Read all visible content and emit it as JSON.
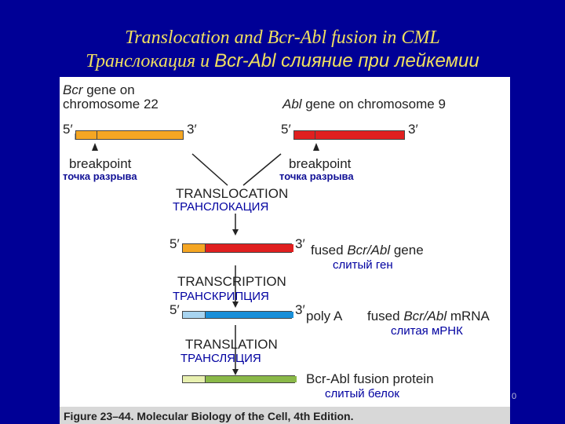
{
  "title_en": "Translocation and Bcr-Abl fusion in CML",
  "title_ru_part1": "Транслокация и ",
  "title_ru_part2": "Bcr-Abl слияние при лейкемии",
  "diagram": {
    "bcr_gene_line1_italic": "Bcr",
    "bcr_gene_line1_rest": " gene on",
    "bcr_gene_line2": "chromosome 22",
    "abl_gene_italic": "Abl",
    "abl_gene_rest": " gene on chromosome 9",
    "five_prime": "5′",
    "three_prime": "3′",
    "breakpoint": "breakpoint",
    "breakpoint_ru": "точка разрыва",
    "translocation": "TRANSLOCATION",
    "translocation_ru": "ТРАНСЛОКАЦИЯ",
    "fused_gene_prefix": "fused ",
    "fused_gene_italic": "Bcr/Abl",
    "fused_gene_suffix": " gene",
    "fused_gene_ru": "слитый ген",
    "transcription": "TRANSCRIPTION",
    "transcription_ru": "ТРАНСКРИПЦИЯ",
    "poly_a": "poly A",
    "fused_mrna_prefix": "fused ",
    "fused_mrna_italic": "Bcr/Abl",
    "fused_mrna_suffix": " mRNA",
    "fused_mrna_ru": "слитая мРНК",
    "translation": "TRANSLATION",
    "translation_ru": "ТРАНСЛЯЦИЯ",
    "fusion_protein": "Bcr-Abl fusion protein",
    "fusion_protein_ru": "слитый белок",
    "caption": "Figure 23–44. Molecular Biology of the Cell, 4th Edition.",
    "page_number": "0"
  },
  "colors": {
    "background": "#000096",
    "title": "#f0e060",
    "bcr": "#f5a623",
    "abl": "#e02020",
    "mrna_light": "#a8d4f0",
    "mrna_dark": "#1a8fd8",
    "protein_light": "#e8f0b0",
    "protein_dark": "#8ab848"
  }
}
